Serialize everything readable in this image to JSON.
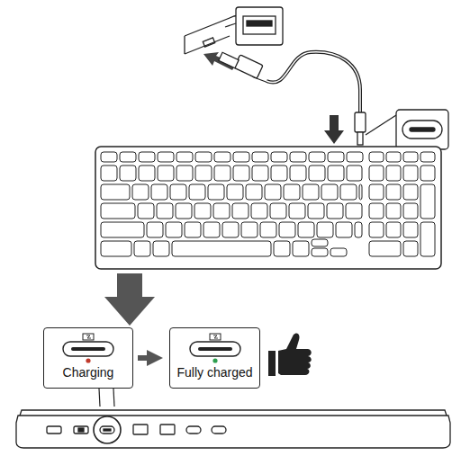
{
  "diagram": {
    "nodes": [
      {
        "text": [
          "Charging"
        ]
      },
      {
        "text": [
          "Fully charged"
        ]
      }
    ],
    "edges": [
      {
        "from": 0,
        "to": 1,
        "arrow": "to"
      }
    ]
  }
}
